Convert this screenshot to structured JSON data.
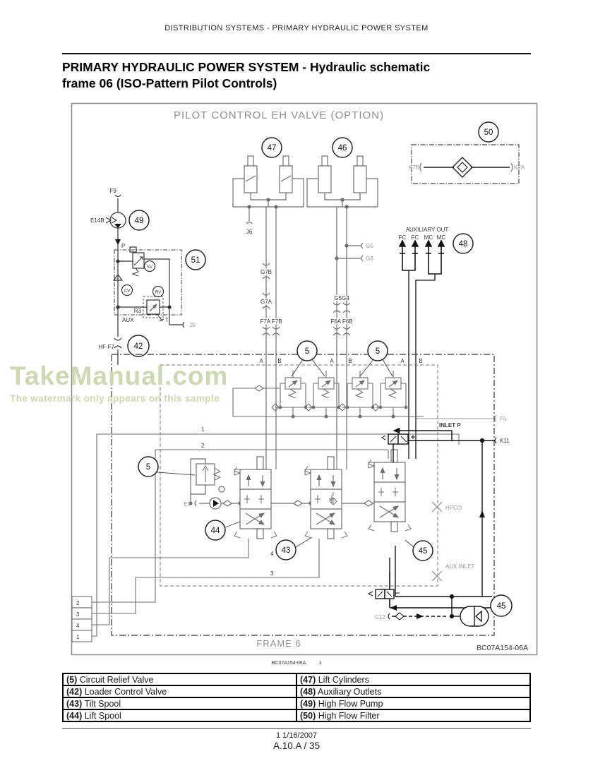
{
  "header": {
    "running_title": "DISTRIBUTION SYSTEMS - PRIMARY HYDRAULIC POWER SYSTEM"
  },
  "title": {
    "line1": "PRIMARY HYDRAULIC POWER SYSTEM - Hydraulic schematic",
    "line2": "frame 06 (ISO-Pattern Pilot Controls)"
  },
  "diagram": {
    "title": "PILOT CONTROL EH VALVE (OPTION)",
    "frame_label": "FRAME 6",
    "ref_code": "BC07A154-06A",
    "caption_code": "BC07A154-06A",
    "caption_page": "1",
    "callouts": {
      "c5a": "5",
      "c5b": "5",
      "c5c": "5",
      "c42": "42",
      "c43": "43",
      "c44": "44",
      "c45a": "45",
      "c45b": "45",
      "c46": "46",
      "c47": "47",
      "c48": "48",
      "c49": "49",
      "c50": "50",
      "c51": "51"
    },
    "labels": {
      "f9": "F9",
      "e14b": "E14B",
      "p": "P",
      "sv": "SV",
      "cv": "CV",
      "rv": "RV",
      "r3": "R3",
      "aux": "AUX",
      "t": "T",
      "j5": "J5",
      "hf_f7": "HF-F7",
      "j6": "J6",
      "g7b": "G7B",
      "g7a": "G7A",
      "f7a_f7b": "F7A F7B",
      "g5": "G5",
      "g6": "G6",
      "g5g4": "G5G4",
      "f6a_f6b": "F6A F6B",
      "auxiliary_out": "AUXILIARY OUT",
      "fc1": "FC",
      "fc2": "FC",
      "mc1": "MC",
      "mc2": "MC",
      "k7b": "K7B",
      "k7a": "K7A",
      "a1": "A",
      "b1": "B",
      "a2": "A",
      "b2": "B",
      "a3": "A",
      "b3": "B",
      "n1": "1",
      "n2": "2",
      "n3": "3",
      "n4": "4",
      "e7": "E7",
      "inlet_p": "INLET P",
      "f5": "F5",
      "k11": "K11",
      "hpco": "HPCO",
      "aux_inlet": "AUX INLET",
      "c12": "C12",
      "box2": "2",
      "box3": "3",
      "box4": "4",
      "box1": "1"
    }
  },
  "watermark": {
    "line1": "TakeManual.com",
    "line2": "The watermark only appears on this sample"
  },
  "legend": {
    "rows": [
      {
        "lnum": "(5)",
        "llabel": "Circuit Relief Valve",
        "rnum": "(47)",
        "rlabel": "Lift Cylinders"
      },
      {
        "lnum": "(42)",
        "llabel": "Loader Control Valve",
        "rnum": "(48)",
        "rlabel": "Auxiliary Outlets"
      },
      {
        "lnum": "(43)",
        "llabel": "Tilt Spool",
        "rnum": "(49)",
        "rlabel": "High Flow Pump"
      },
      {
        "lnum": "(44)",
        "llabel": "Lift Spool",
        "rnum": "(50)",
        "rlabel": "High Flow Filter"
      }
    ]
  },
  "footer": {
    "date": "1 1/16/2007",
    "page": "A.10.A / 35"
  }
}
